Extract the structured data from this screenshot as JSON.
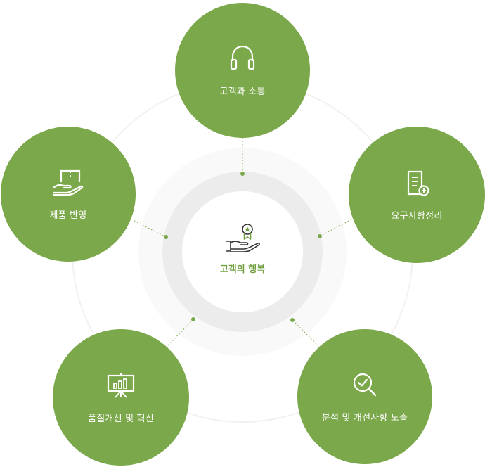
{
  "center": {
    "label": "고객의 행복",
    "icon": "hand-award-icon"
  },
  "nodes": [
    {
      "id": "top",
      "label": "고객과 소통",
      "icon": "headset-icon"
    },
    {
      "id": "right",
      "label": "요구사항정리",
      "icon": "document-add-icon"
    },
    {
      "id": "bottom-right",
      "label": "분석 및 개선사항 도출",
      "icon": "magnifier-check-icon"
    },
    {
      "id": "bottom-left",
      "label": "품질개선 및 혁신",
      "icon": "presentation-chart-icon"
    },
    {
      "id": "left",
      "label": "제품 반영",
      "icon": "hand-box-icon"
    }
  ],
  "colors": {
    "accent": "#7aa84a",
    "center_text": "#6f9f3e",
    "ring": "#ececec",
    "dots": "#7aa84a"
  }
}
